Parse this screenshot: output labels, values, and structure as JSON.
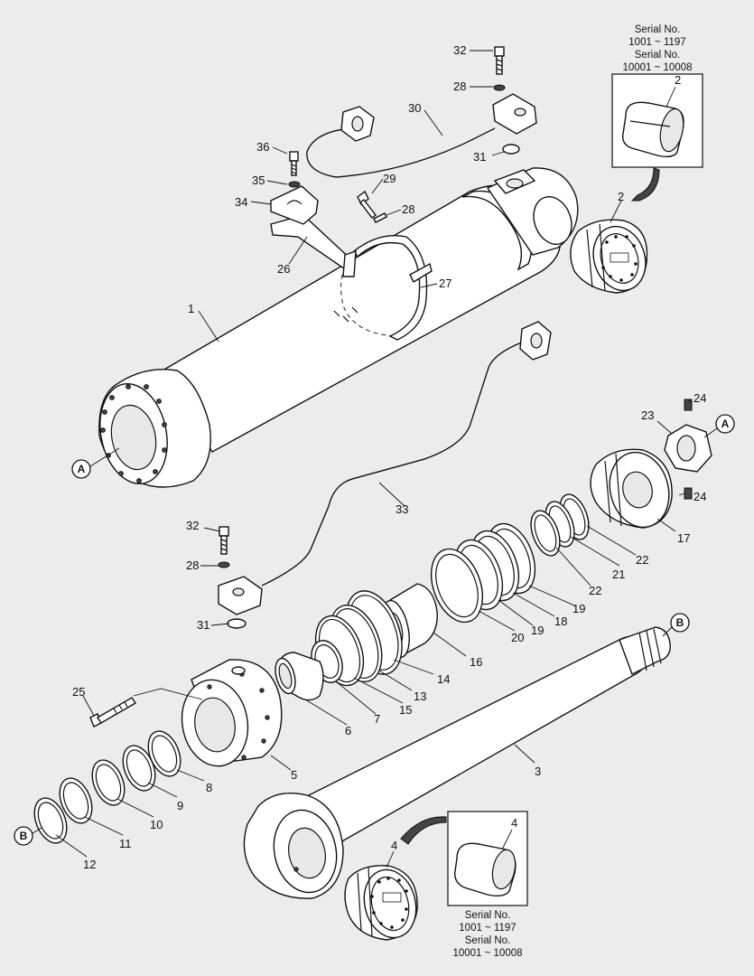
{
  "serial_top": [
    "Serial No.",
    "1001 ~ 1197",
    "Serial No.",
    "10001 ~ 10008"
  ],
  "serial_bottom": [
    "Serial No.",
    "1001 ~ 1197",
    "Serial No.",
    "10001 ~ 10008"
  ],
  "detail_top_label": "2",
  "detail_bottom_label": "4",
  "refs": {
    "A": "A",
    "B": "B"
  },
  "part_labels": {
    "p1": "1",
    "p2": "2",
    "p3": "3",
    "p4": "4",
    "p5": "5",
    "p6": "6",
    "p7": "7",
    "p8": "8",
    "p9": "9",
    "p10": "10",
    "p11": "11",
    "p12": "12",
    "p13": "13",
    "p14": "14",
    "p15": "15",
    "p16": "16",
    "p17": "17",
    "p18": "18",
    "p19a": "19",
    "p19b": "19",
    "p20": "20",
    "p21": "21",
    "p22a": "22",
    "p22b": "22",
    "p23": "23",
    "p24a": "24",
    "p24b": "24",
    "p25": "25",
    "p26": "26",
    "p27": "27",
    "p28a": "28",
    "p28b": "28",
    "p28c": "28",
    "p29": "29",
    "p30": "30",
    "p31a": "31",
    "p31b": "31",
    "p32a": "32",
    "p32b": "32",
    "p33": "33",
    "p34": "34",
    "p35": "35",
    "p36": "36"
  }
}
